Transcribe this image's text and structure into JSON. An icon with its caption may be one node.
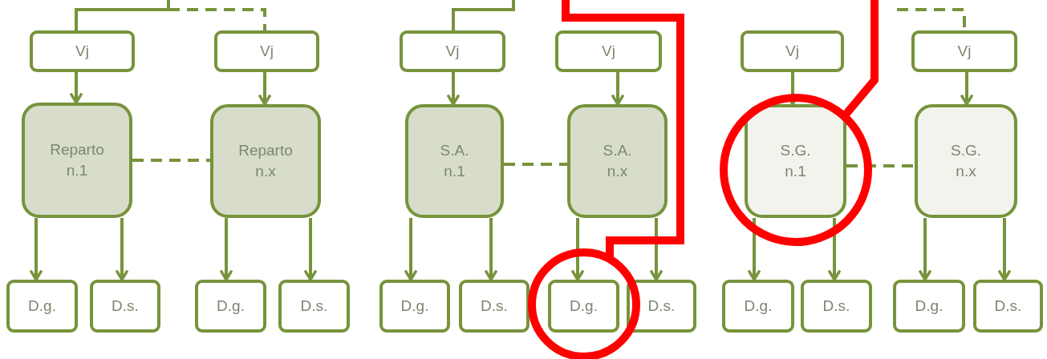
{
  "diagram": {
    "nodes": [
      {
        "text": [
          "Vj"
        ]
      },
      {
        "text": [
          "Vj"
        ]
      },
      {
        "text": [
          "Reparto n.1"
        ]
      },
      {
        "text": [
          "Reparto n.x"
        ]
      },
      {
        "text": [
          "D.g."
        ]
      },
      {
        "text": [
          "D.s."
        ]
      },
      {
        "text": [
          "D.g."
        ]
      },
      {
        "text": [
          "D.s."
        ]
      },
      {
        "text": [
          "Vj"
        ]
      },
      {
        "text": [
          "Vj"
        ]
      },
      {
        "text": [
          "S.A. n.1"
        ]
      },
      {
        "text": [
          "S.A. n.x"
        ]
      },
      {
        "text": [
          "D.g."
        ]
      },
      {
        "text": [
          "D.s."
        ]
      },
      {
        "text": [
          "D.g."
        ]
      },
      {
        "text": [
          "D.s."
        ]
      },
      {
        "text": [
          "Vj"
        ]
      },
      {
        "text": [
          "Vj"
        ]
      },
      {
        "text": [
          "S.G. n.1"
        ]
      },
      {
        "text": [
          "S.G. n.x"
        ]
      },
      {
        "text": [
          "D.g."
        ]
      },
      {
        "text": [
          "D.s."
        ]
      },
      {
        "text": [
          "D.g."
        ]
      },
      {
        "text": [
          "D.s."
        ]
      }
    ],
    "edges": [
      {
        "from": null,
        "to": 0,
        "arrow": "none"
      },
      {
        "from": null,
        "to": 1,
        "arrow": "none",
        "style": "dashed"
      },
      {
        "from": 0,
        "to": 2,
        "arrow": "to"
      },
      {
        "from": 1,
        "to": 3,
        "arrow": "to"
      },
      {
        "from": 2,
        "to": 3,
        "arrow": "none",
        "style": "dashed"
      },
      {
        "from": 2,
        "to": 4,
        "arrow": "to"
      },
      {
        "from": 2,
        "to": 5,
        "arrow": "to"
      },
      {
        "from": 3,
        "to": 6,
        "arrow": "to"
      },
      {
        "from": 3,
        "to": 7,
        "arrow": "to"
      },
      {
        "from": null,
        "to": 8,
        "arrow": "none"
      },
      {
        "from": 8,
        "to": 10,
        "arrow": "to"
      },
      {
        "from": 9,
        "to": 11,
        "arrow": "to"
      },
      {
        "from": 10,
        "to": 11,
        "arrow": "none",
        "style": "dashed"
      },
      {
        "from": 10,
        "to": 12,
        "arrow": "to"
      },
      {
        "from": 10,
        "to": 13,
        "arrow": "to"
      },
      {
        "from": 11,
        "to": 14,
        "arrow": "to"
      },
      {
        "from": 11,
        "to": 15,
        "arrow": "to"
      },
      {
        "from": null,
        "to": 17,
        "arrow": "none",
        "style": "dashed"
      },
      {
        "from": 16,
        "to": 18,
        "arrow": "to"
      },
      {
        "from": 17,
        "to": 19,
        "arrow": "to"
      },
      {
        "from": 18,
        "to": 19,
        "arrow": "none",
        "style": "dashed"
      },
      {
        "from": 18,
        "to": 20,
        "arrow": "to"
      },
      {
        "from": 18,
        "to": 21,
        "arrow": "to"
      },
      {
        "from": 19,
        "to": 22,
        "arrow": "to"
      },
      {
        "from": 19,
        "to": 23,
        "arrow": "to"
      }
    ]
  }
}
